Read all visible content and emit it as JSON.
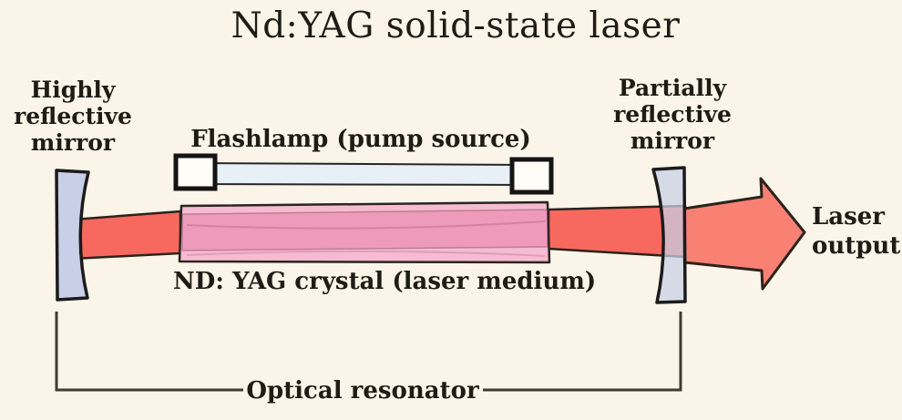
{
  "title": "Nd:YAG solid-state laser",
  "labels": {
    "left_mirror": [
      "Highly",
      "reflective",
      "mirror"
    ],
    "flashlamp": "Flashlamp (pump source)",
    "right_mirror": [
      "Partially",
      "reflective",
      "mirror"
    ],
    "crystal": "ND: YAG crystal (laser medium)",
    "laser_output": [
      "Laser",
      "output"
    ],
    "resonator": "Optical resonator"
  },
  "colors": {
    "background": "#faf5e8",
    "beam_red": "#f7695e",
    "arrow_red": "#f98174",
    "crystal_pink": "#f6bad1",
    "mirror_blue": "#c9cfe6",
    "flashlamp_blue": "#e7f0f6",
    "cap_white": "#fefdf8",
    "bracket_line": "#3f3b34",
    "text": "#1f1b15"
  },
  "components": {
    "left_mirror": "highly reflective concave mirror",
    "right_mirror": "partially reflective output coupler",
    "flashlamp": "flashlamp pump source tube",
    "crystal": "Nd:YAG laser gain medium rod",
    "beam": "intracavity laser beam",
    "output_arrow": "laser output beam arrow",
    "resonator_bracket": "optical resonator extent bracket"
  }
}
